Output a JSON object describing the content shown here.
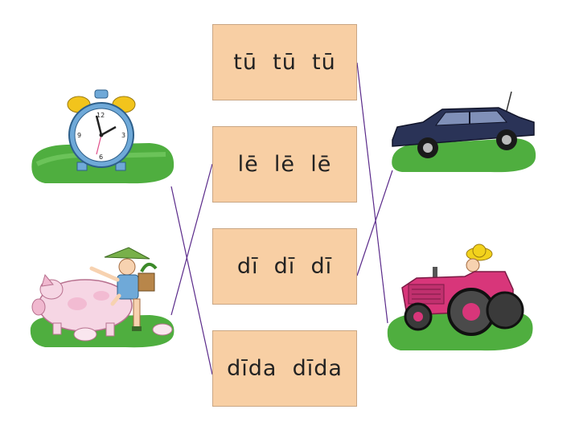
{
  "cards": [
    {
      "text": "tū  tū  tū"
    },
    {
      "text": "lē  lē  lē"
    },
    {
      "text": "dī  dī  dī"
    },
    {
      "text": "dīda  dīda"
    }
  ],
  "pictures": {
    "clock": "alarm-clock",
    "pig": "child-with-pig-and-piglets",
    "car": "car",
    "tractor": "tractor"
  },
  "colors": {
    "card_fill": "#f8cfa4",
    "line": "#5a2a8a",
    "grass": "#4fae3f"
  }
}
